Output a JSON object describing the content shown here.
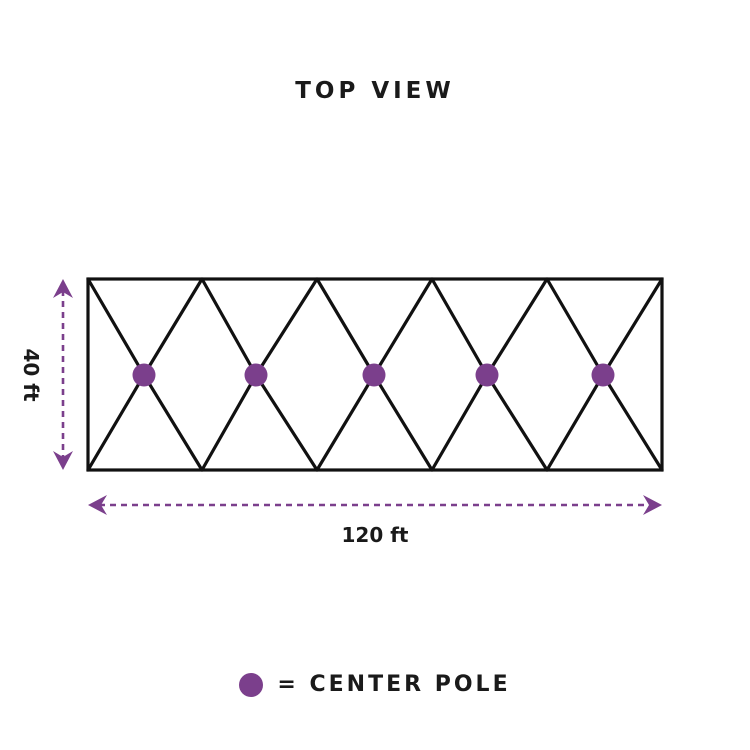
{
  "title": "TOP VIEW",
  "dimensions": {
    "width_label": "120 ft",
    "height_label": "40 ft"
  },
  "legend": {
    "equals_text": "= CENTER POLE"
  },
  "tent": {
    "bays": 5,
    "center_pole_count": 5
  },
  "colors": {
    "accent": "#7b3f8c",
    "outline": "#111111",
    "text": "#1a1a1a"
  }
}
